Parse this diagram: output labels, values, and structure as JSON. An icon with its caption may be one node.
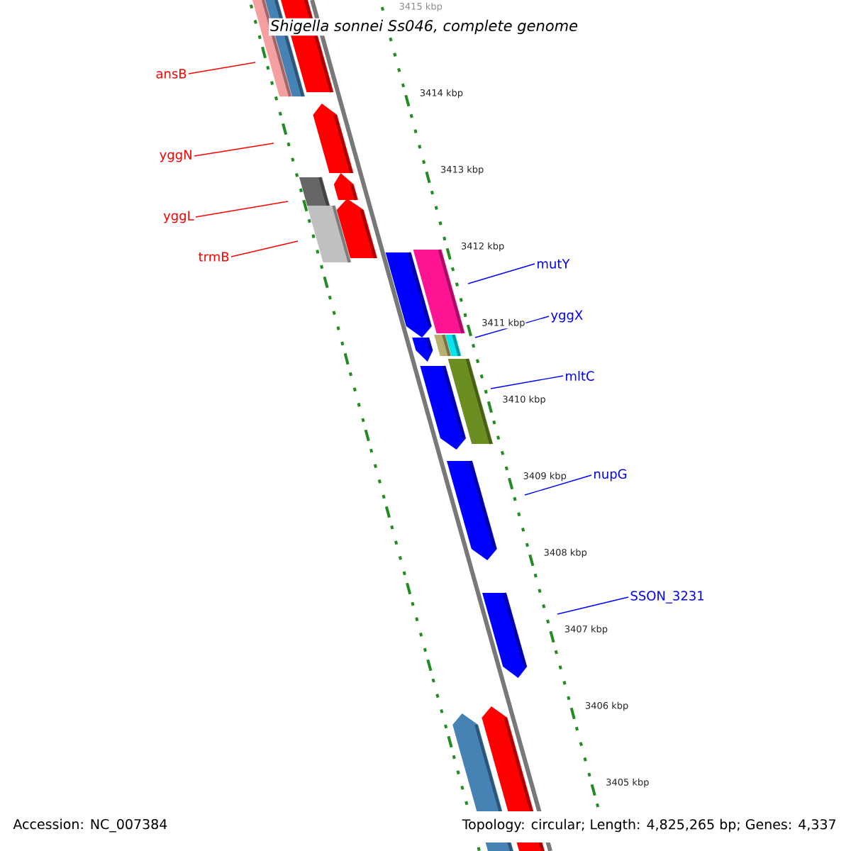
{
  "diagram": {
    "title": "Shigella sonnei Ss046, complete genome",
    "nodes": [
      {
        "text": [
          "ansB"
        ]
      },
      {
        "text": [
          "yggN"
        ]
      },
      {
        "text": [
          "yggL"
        ]
      },
      {
        "text": [
          "trmB"
        ]
      },
      {
        "text": [
          "mutY"
        ]
      },
      {
        "text": [
          "yggX"
        ]
      },
      {
        "text": [
          "mltC"
        ]
      },
      {
        "text": [
          "nupG"
        ]
      },
      {
        "text": [
          "SSON_3231"
        ]
      }
    ],
    "edges": [
      {
        "from": 0,
        "to": null,
        "arrow": "none",
        "color": "#ff0000"
      },
      {
        "from": 1,
        "to": null,
        "arrow": "none",
        "color": "#ff0000"
      },
      {
        "from": 2,
        "to": null,
        "arrow": "none",
        "color": "#ff0000"
      },
      {
        "from": 3,
        "to": null,
        "arrow": "none",
        "color": "#ff0000"
      },
      {
        "from": 4,
        "to": null,
        "arrow": "none"
      },
      {
        "from": 5,
        "to": null,
        "arrow": "none"
      },
      {
        "from": 6,
        "to": null,
        "arrow": "none"
      },
      {
        "from": 7,
        "to": null,
        "arrow": "none"
      },
      {
        "from": 8,
        "to": null,
        "arrow": "none"
      }
    ],
    "labels": [
      "3415 kbp",
      "3414 kbp",
      "3413 kbp",
      "3412 kbp",
      "3411 kbp",
      "3410 kbp",
      "3409 kbp",
      "3408 kbp",
      "3407 kbp",
      "3406 kbp",
      "3405 kbp",
      "Accession: NC_007384",
      "Topology: circular; Length: 4,825,265 bp; Genes: 4,337"
    ]
  }
}
